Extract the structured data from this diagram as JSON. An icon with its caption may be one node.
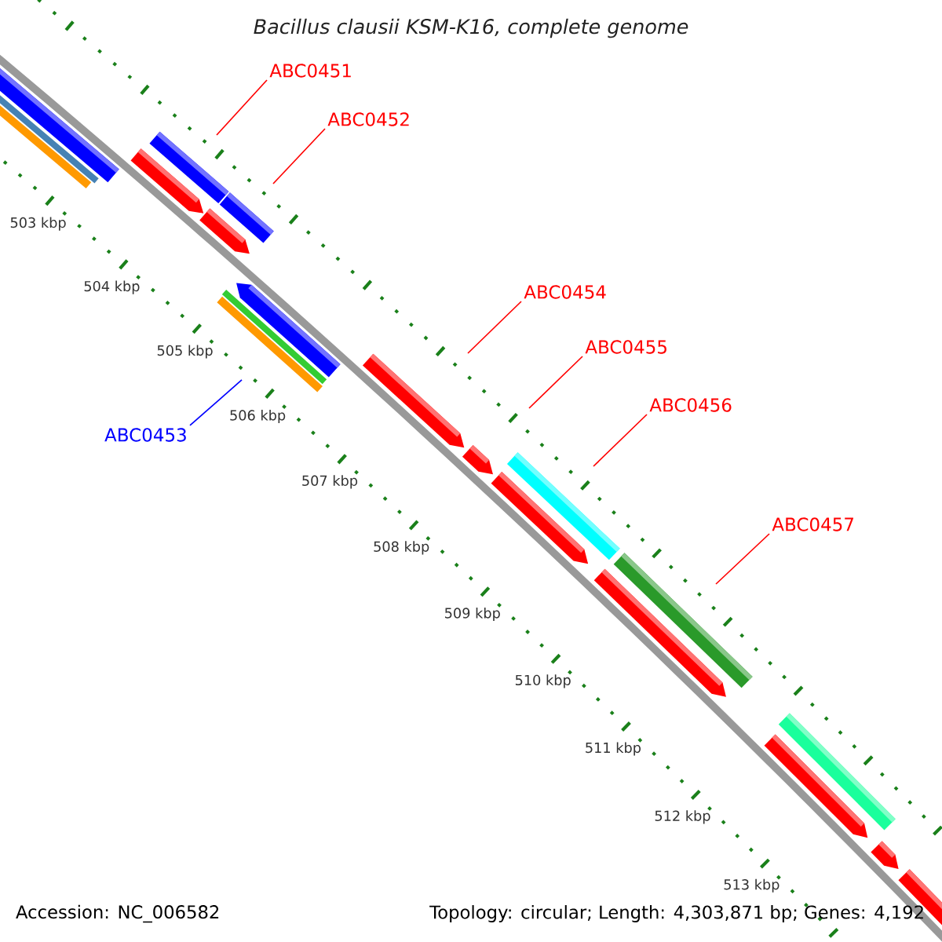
{
  "diagram": {
    "title": "Bacillus clausii KSM-K16, complete genome",
    "nodes": [
      {
        "text": [
          "ABC0451"
        ]
      },
      {
        "text": [
          "ABC0452"
        ]
      },
      {
        "text": [
          "ABC0454"
        ]
      },
      {
        "text": [
          "ABC0455"
        ]
      },
      {
        "text": [
          "ABC0456"
        ]
      },
      {
        "text": [
          "ABC0453"
        ]
      },
      {
        "text": [
          "ABC0457"
        ]
      }
    ],
    "edges": [
      {
        "from": 0,
        "to": null,
        "arrow": "none"
      },
      {
        "from": 1,
        "to": null,
        "arrow": "none"
      },
      {
        "from": 2,
        "to": null,
        "arrow": "none"
      },
      {
        "from": 3,
        "to": null,
        "arrow": "none"
      },
      {
        "from": 4,
        "to": null,
        "arrow": "none"
      },
      {
        "from": 5,
        "to": null,
        "arrow": "none",
        "color": "#0000ff"
      },
      {
        "from": 6,
        "to": null,
        "arrow": "none"
      }
    ],
    "labels": [
      "503 kbp",
      "504 kbp",
      "505 kbp",
      "506 kbp",
      "507 kbp",
      "508 kbp",
      "509 kbp",
      "510 kbp",
      "511 kbp",
      "512 kbp",
      "513 kbp",
      "Accession: NC_006582",
      "Topology: circular; Length: 4,303,871 bp; Genes: 4,192"
    ]
  }
}
